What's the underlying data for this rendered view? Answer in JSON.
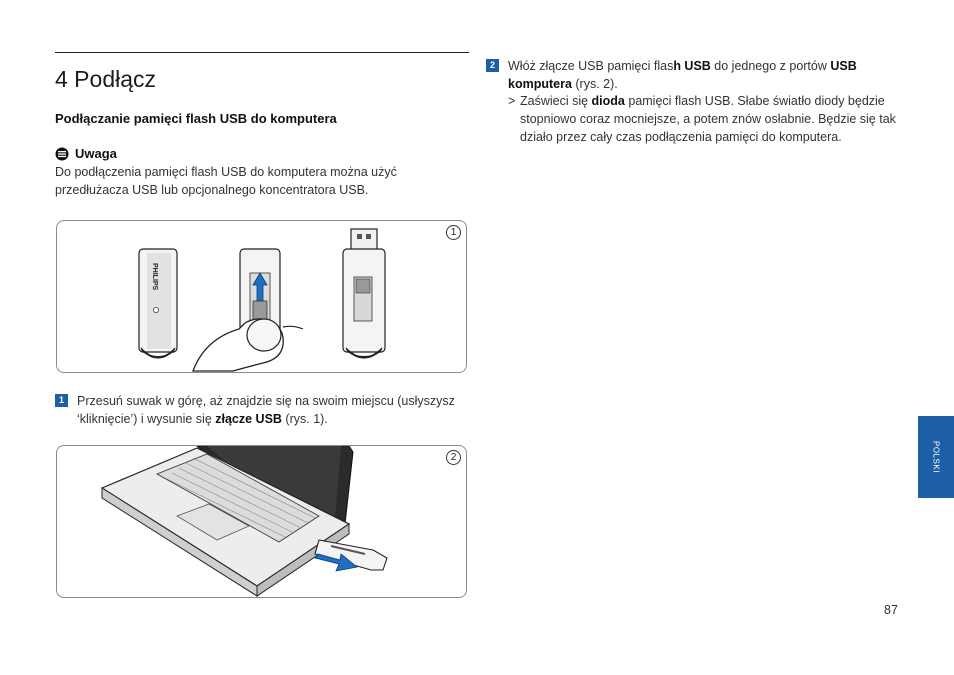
{
  "chapter": {
    "title": "4  Podłącz"
  },
  "section": {
    "title": "Podłączanie pamięci flash USB do komputera"
  },
  "note": {
    "icon": "note-icon",
    "title": "Uwaga",
    "body": "Do podłączenia pamięci flash USB do komputera można użyć przedłużacza USB lub opcjonalnego koncentratora USB."
  },
  "figure1": {
    "number": "1",
    "brand_text": "PHILIPS"
  },
  "step1": {
    "number": "1",
    "text_before": "Przesuń suwak w górę, aż znajdzie się na swoim miejscu (usłyszysz ‘kliknięcie’) i wysunie się ",
    "bold": "złącze USB",
    "text_after": " (rys. 1)."
  },
  "figure2": {
    "number": "2"
  },
  "step2": {
    "number": "2",
    "text_before": "Włóż złącze USB pamięci flas",
    "bold1": "h USB",
    "text_mid": " do jednego z portów ",
    "bold2": "USB komputera",
    "text_after": " (rys. 2)."
  },
  "result": {
    "marker": ">",
    "text_before": "Zaświeci się ",
    "bold": "dioda",
    "text_after": " pamięci flash USB. Słabe światło diody będzie stopniowo coraz mocniejsze, a potem znów osłabnie. Będzie się tak działo przez cały czas podłączenia pamięci do komputera."
  },
  "side_tab": {
    "label": "POLSKI",
    "color": "#1d5fa6"
  },
  "page": {
    "number": "87"
  }
}
